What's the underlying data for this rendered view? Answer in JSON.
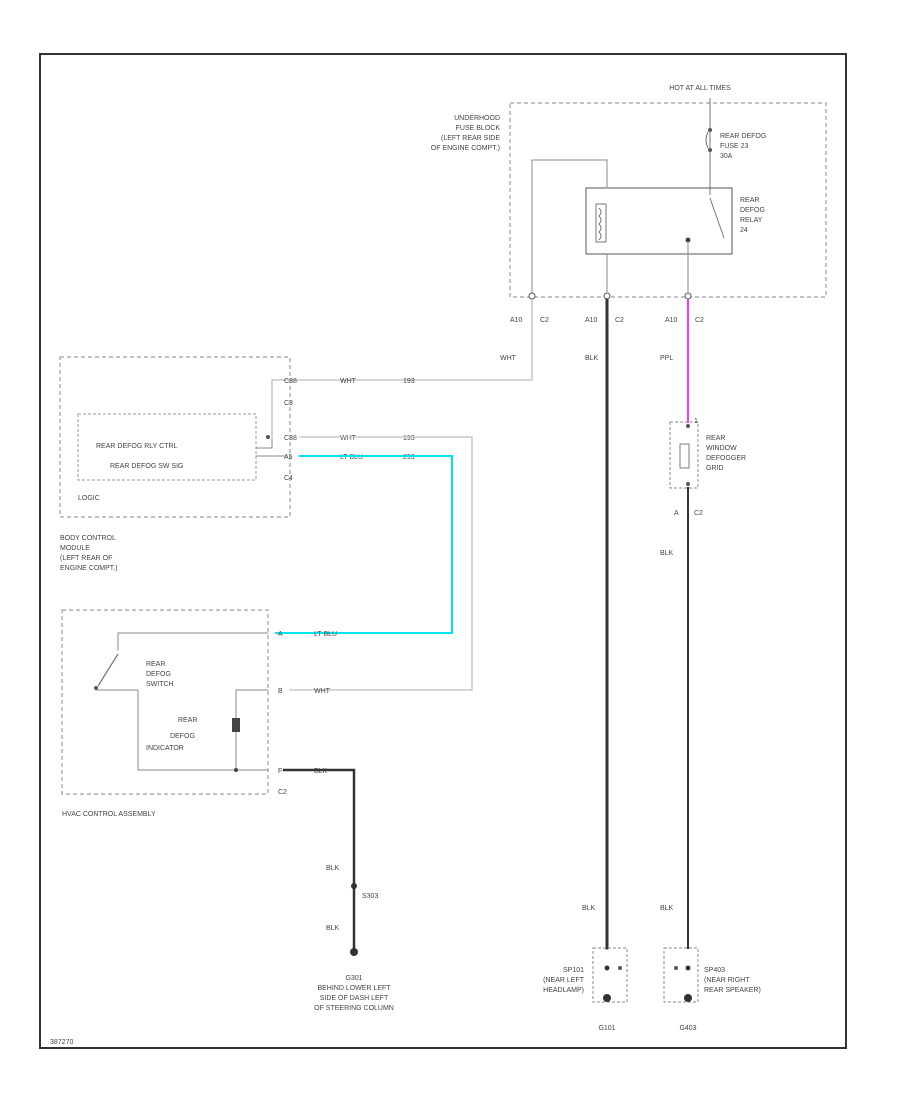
{
  "colors": {
    "wire_black": "#333333",
    "wire_white": "#c8c8c8",
    "wire_lt_blu": "#00e5ee",
    "wire_ppl": "#ff33ff",
    "background": "#ffffff"
  },
  "labels": {
    "hot_at_all_times": "HOT AT ALL TIMES",
    "underhood_fuse_block_1": "UNDERHOOD",
    "underhood_fuse_block_2": "FUSE BLOCK",
    "underhood_fuse_block_3": "(LEFT REAR SIDE",
    "underhood_fuse_block_4": "OF ENGINE COMPT.)",
    "fuse_1": "REAR DEFOG",
    "fuse_2": "FUSE 23",
    "fuse_3": "30A",
    "relay_1": "REAR",
    "relay_2": "DEFOG",
    "relay_3": "RELAY",
    "relay_4": "24",
    "c2_a": "A10",
    "c2_a_conn": "C2",
    "c2_b": "A10",
    "c2_b_conn": "C2",
    "c2_c": "A10",
    "c2_c_conn": "C2",
    "wire_wht_top": "WHT",
    "wire_blk_mid": "BLK",
    "wire_ppl": "PPL",
    "bcm_c3_pin": "C38",
    "bcm_c3_color": "WHT",
    "bcm_c3_num": "193",
    "bcm_c3": "C3",
    "bcm_c4_pin_a": "C38",
    "bcm_c4_color_a": "WHT",
    "bcm_c4_num_a": "193",
    "bcm_c4_pin_b": "A5",
    "bcm_c4_color_b": "LT BLU",
    "bcm_c4_num_b": "293",
    "bcm_c4": "C4",
    "bcm_logic_1": "REAR DEFOG RLY CTRL",
    "bcm_logic_2": "REAR DEFOG SW SIG",
    "bcm_logic": "LOGIC",
    "bcm_name_1": "BODY CONTROL",
    "bcm_name_2": "MODULE",
    "bcm_name_3": "(LEFT REAR OF",
    "bcm_name_4": "ENGINE COMPT.)",
    "grid_1": "REAR",
    "grid_2": "WINDOW",
    "grid_3": "DEFOGGER",
    "grid_4": "GRID",
    "grid_pin_top": "1",
    "grid_pin_bot": "A",
    "grid_conn_bot": "C2",
    "grid_wire_blk": "BLK",
    "hvac_pin_a": "A",
    "hvac_wire_a": "LT BLU",
    "hvac_pin_b": "B",
    "hvac_wire_b": "WHT",
    "hvac_pin_c": "F",
    "hvac_wire_c": "BLK",
    "hvac_conn": "C2",
    "hvac_sw_1": "REAR",
    "hvac_sw_2": "DEFOG",
    "hvac_sw_3": "SWITCH",
    "hvac_ind_1": "REAR",
    "hvac_ind_2": "DEFOG",
    "hvac_ind_3": "INDICATOR",
    "hvac_name": "HVAC CONTROL ASSEMBLY",
    "g_blk_1": "BLK",
    "g_splice": "S303",
    "g_blk_2": "BLK",
    "g301_1": "G301",
    "g301_2": "BEHIND LOWER LEFT",
    "g301_3": "SIDE OF DASH LEFT",
    "g301_4": "OF STEERING COLUMN",
    "ground_blk_left": "BLK",
    "ground_blk_right": "BLK",
    "sp_left_1": "SP101",
    "sp_left_2": "(NEAR LEFT",
    "sp_left_3": "HEADLAMP)",
    "sp_right_1": "SP403",
    "sp_right_2": "(NEAR RIGHT",
    "sp_right_3": "REAR SPEAKER)",
    "g101": "G101",
    "g403": "G403",
    "footer_code": "387270"
  }
}
